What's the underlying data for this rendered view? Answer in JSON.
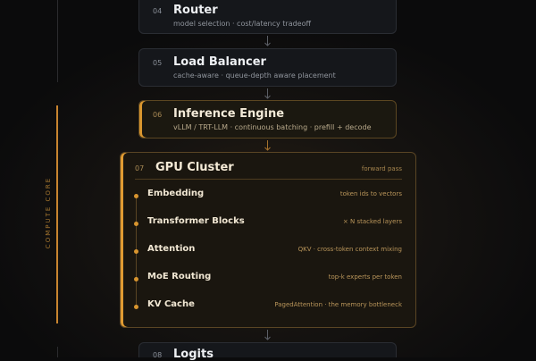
{
  "section_label": "COMPUTE CORE",
  "stages": [
    {
      "num": "04",
      "title": "Router",
      "subtitle": "model selection · cost/latency tradeoff"
    },
    {
      "num": "05",
      "title": "Load Balancer",
      "subtitle": "cache-aware · queue-depth aware placement"
    },
    {
      "num": "06",
      "title": "Inference Engine",
      "subtitle": "vLLM / TRT-LLM · continuous batching · prefill + decode"
    }
  ],
  "cluster": {
    "num": "07",
    "title": "GPU Cluster",
    "meta": "forward pass",
    "layers": [
      {
        "name": "Embedding",
        "desc": "token ids to vectors"
      },
      {
        "name": "Transformer Blocks",
        "desc": "× N stacked layers"
      },
      {
        "name": "Attention",
        "desc": "QKV · cross-token context mixing"
      },
      {
        "name": "MoE Routing",
        "desc": "top-k experts per token"
      },
      {
        "name": "KV Cache",
        "desc": "PagedAttention · the memory bottleneck"
      }
    ]
  },
  "next_stage": {
    "num": "08",
    "title": "Logits"
  },
  "colors": {
    "accent": "#d9962f",
    "card_bg": "#15171b",
    "background": "#0b0b0c"
  }
}
